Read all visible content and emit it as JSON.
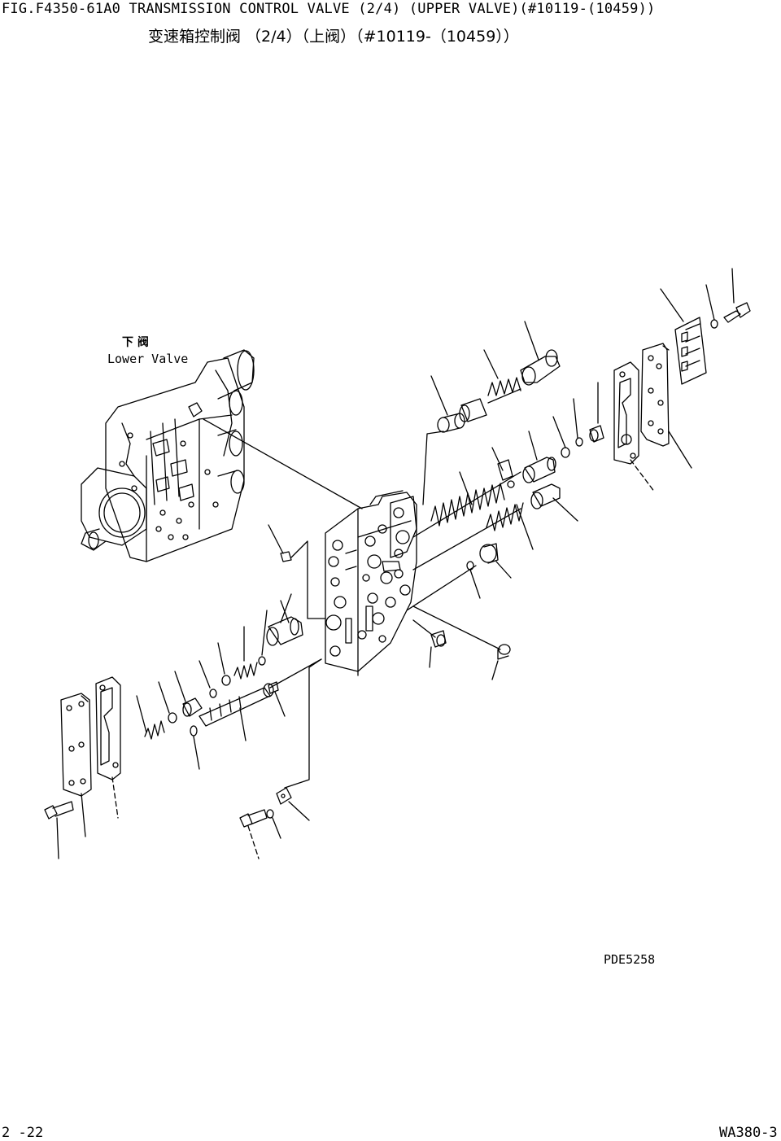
{
  "header": {
    "title_en": "FIG.F4350-61A0  TRANSMISSION CONTROL VALVE  (2/4)  (UPPER VALVE)(#10119-(10459))",
    "title_zh": "变速箱控制阀 （2/4）（上阀）（#10119-（10459））"
  },
  "callout": {
    "lower_valve_zh": "下  阀",
    "lower_valve_en": "Lower Valve"
  },
  "footer": {
    "drawing_code": "PDE5258",
    "page": "2 -22",
    "model": "WA380-3"
  }
}
